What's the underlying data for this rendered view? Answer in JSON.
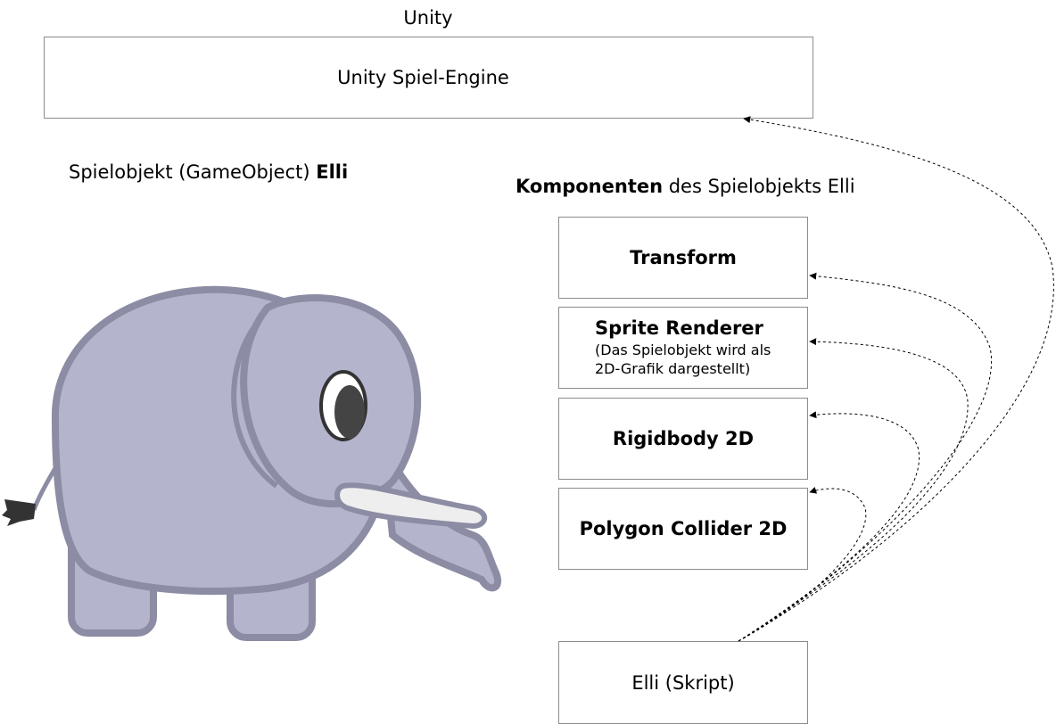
{
  "diagram": {
    "engine_heading": "Unity",
    "engine_box": "Unity Spiel-Engine",
    "gameobject_label": {
      "prefix": "Spielobjekt (GameObject) ",
      "name": "Elli"
    },
    "components_label": {
      "bold": "Komponenten",
      "rest": " des Spielobjekts Elli"
    },
    "components": [
      {
        "title": "Transform"
      },
      {
        "title": "Sprite Renderer",
        "note_line1": "(Das Spielobjekt wird als",
        "note_line2": "2D-Grafik dargestellt)"
      },
      {
        "title": "Rigidbody 2D"
      },
      {
        "title": "Polygon Collider 2D"
      }
    ],
    "script_box": "Elli (Skript)",
    "colors": {
      "elephant_body": "#b4b4cc",
      "elephant_outline": "#8c8ca4",
      "tusk": "#eeeeee",
      "box_border": "#8c8c8c",
      "arrow": "#000000"
    },
    "icons": [
      "elephant-illustration"
    ]
  }
}
